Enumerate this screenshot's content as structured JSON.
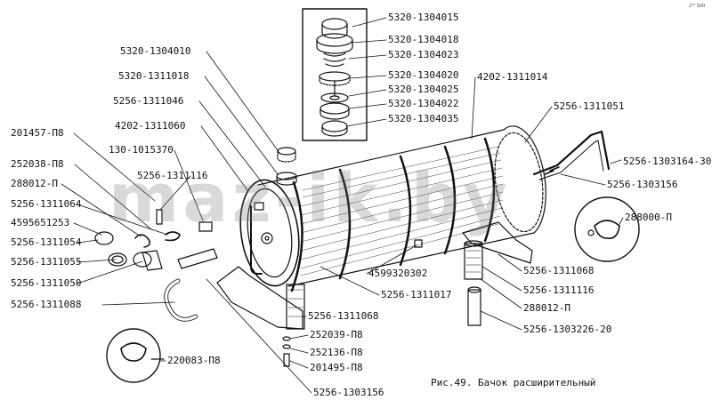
{
  "caption": "Рис.49. Бачок расширительный",
  "watermark": "maz-ik.by",
  "corner_mark": "2¹⁰ 500",
  "labels": {
    "l_5320_1304015": "5320-1304015",
    "l_5320_1304018": "5320-1304018",
    "l_5320_1304023": "5320-1304023",
    "l_5320_1304020": "5320-1304020",
    "l_5320_1304025": "5320-1304025",
    "l_5320_1304022": "5320-1304022",
    "l_5320_1304035": "5320-1304035",
    "l_5320_1304010": "5320-1304010",
    "l_5320_1311018": "5320-1311018",
    "l_5256_1311046": "5256-1311046",
    "l_4202_1311060": "4202-1311060",
    "l_130_1015370": "130-1015370",
    "l_5256_1311116_a": "5256-1311116",
    "l_201457_p8": "201457-П8",
    "l_252038_p8": "252038-П8",
    "l_288012_p_a": "288012-П",
    "l_5256_1311064": "5256-1311064",
    "l_4595651253": "4595651253",
    "l_5256_1311054": "5256-1311054",
    "l_5256_1311055": "5256-1311055",
    "l_5256_1311050": "5256-1311050",
    "l_5256_1311088": "5256-1311088",
    "l_220083_p8": "220083-П8",
    "l_4202_1311014": "4202-1311014",
    "l_5256_1311051": "5256-1311051",
    "l_5256_1303164_30": "5256-1303164-30",
    "l_5256_1303156_a": "5256-1303156",
    "l_288000_p": "288000-П",
    "l_4599320302": "4599320302",
    "l_5256_1311017": "5256-1311017",
    "l_5256_1311068_a": "5256-1311068",
    "l_5256_1311116_b": "5256-1311116",
    "l_288012_p_b": "288012-П",
    "l_5256_1303226_20": "5256-1303226-20",
    "l_5256_1311068_b": "5256-1311068",
    "l_252039_p8": "252039-П8",
    "l_252136_p8": "252136-П8",
    "l_201495_p8": "201495-П8",
    "l_5256_1303156_b": "5256-1303156"
  }
}
